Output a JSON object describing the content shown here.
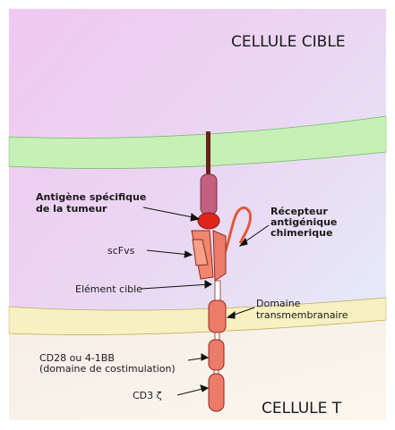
{
  "labels": {
    "target_cell": "CELLULE CIBLE",
    "t_cell": "CELLULE T",
    "antigen_line1": "Antigène spécifique",
    "antigen_line2": "de la tumeur",
    "car_line1": "Récepteur",
    "car_line2": "antigénique",
    "car_line3": "chimerique",
    "scfv": "scFvs",
    "target_element": "Elément cible",
    "tm_line1": "Domaine",
    "tm_line2": "transmembranaire",
    "costim_line1": "CD28 ou 4-1BB",
    "costim_line2": "(domaine de costimulation)",
    "cd3": "CD3 ζ"
  },
  "colors": {
    "target_cell_top": "#f0c8f0",
    "target_cell_bottom": "#e6f3fb",
    "membrane_green": "#c7f0b6",
    "membrane_yellow": "#f7f0c0",
    "t_cell_bg": "#f8f1e8",
    "receptor_fill": "#ec7b6a",
    "receptor_stroke": "#8e2b1c",
    "antigen_stalk": "#6b2216",
    "antigen_base": "#c4607f",
    "antigen_red": "#e0241c",
    "scfv_arm": "#f0876e"
  }
}
